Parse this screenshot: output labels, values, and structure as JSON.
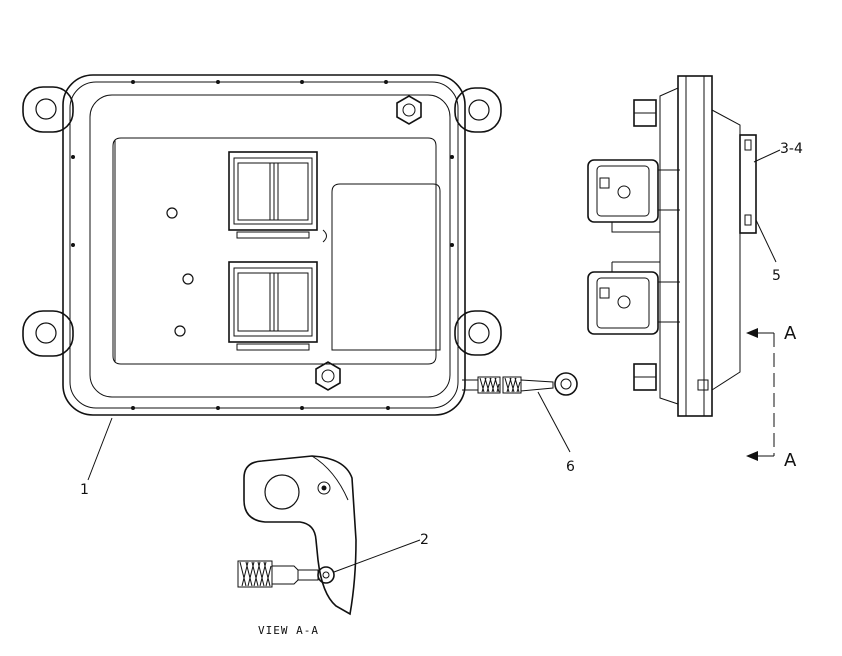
{
  "callouts": {
    "ecm_part": "1",
    "ground_bolt": "2",
    "fasteners": "3-4",
    "bracket": "5",
    "ground_strap": "6"
  },
  "section_marker": {
    "top": "A",
    "bottom": "A"
  },
  "view_caption": "VIEW A-A"
}
